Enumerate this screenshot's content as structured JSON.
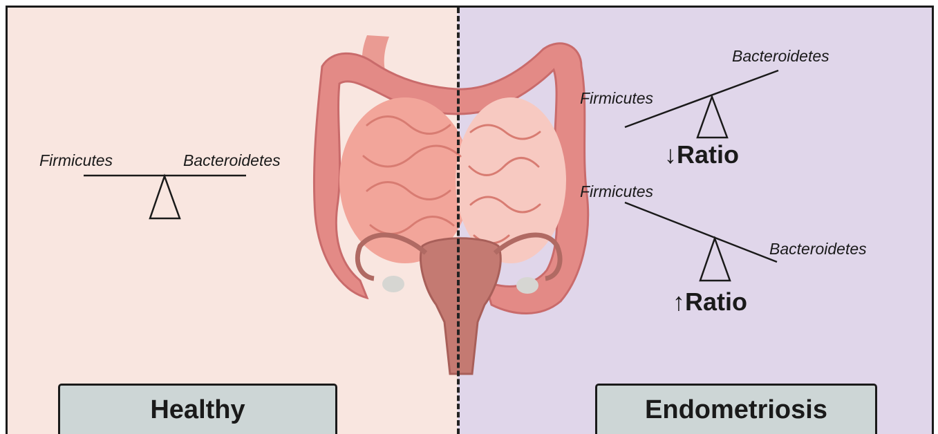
{
  "healthy": {
    "title": "Healthy",
    "left_label": "Firmicutes",
    "right_label": "Bacteroidetes",
    "bg_color": "#f9e6e0"
  },
  "endometriosis": {
    "title": "Endometriosis",
    "bg_color": "#e0d6ea",
    "scale_low": {
      "left_label": "Firmicutes",
      "right_label": "Bacteroidetes",
      "arrow": "↓",
      "ratio_text": "Ratio"
    },
    "scale_high": {
      "left_label": "Firmicutes",
      "right_label": "Bacteroidetes",
      "arrow": "↑",
      "ratio_text": "Ratio"
    }
  },
  "colors": {
    "colon": "#e38a86",
    "colon_dark": "#c96b6b",
    "small_intestine": "#f2a59a",
    "small_intestine_light": "#f7c9c1",
    "uterus": "#c47a72",
    "ovary": "#d6d6d2",
    "label_box": "#cdd6d6"
  }
}
